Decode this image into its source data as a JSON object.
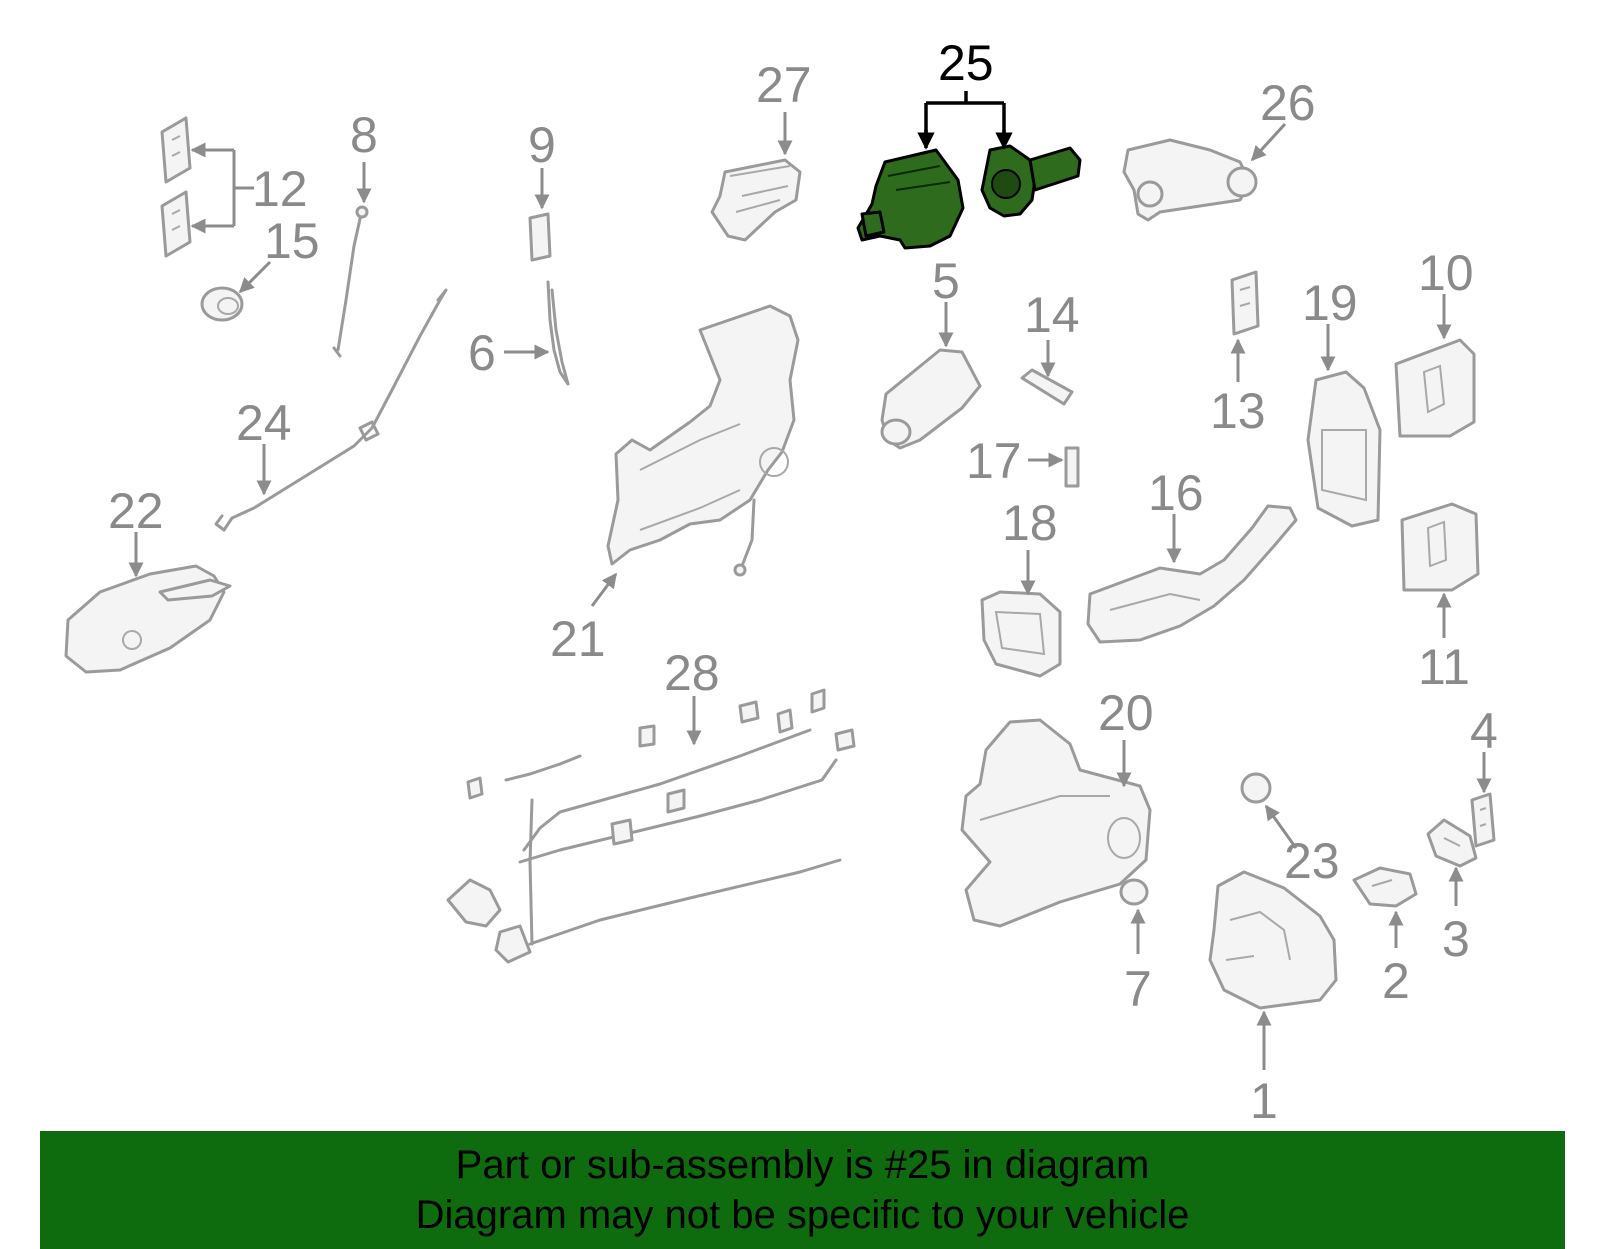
{
  "colors": {
    "highlight": "#2e6b1c",
    "banner": "#0e6b0e",
    "part_outline": "#9a9a9a",
    "label": "#8a8a8a"
  },
  "callouts": {
    "c1": "1",
    "c2": "2",
    "c3": "3",
    "c4": "4",
    "c5": "5",
    "c6": "6",
    "c7": "7",
    "c8": "8",
    "c9": "9",
    "c10": "10",
    "c11": "11",
    "c12": "12",
    "c13": "13",
    "c14": "14",
    "c15": "15",
    "c16": "16",
    "c17": "17",
    "c18": "18",
    "c19": "19",
    "c20": "20",
    "c21": "21",
    "c22": "22",
    "c23": "23",
    "c24": "24",
    "c25": "25",
    "c26": "26",
    "c27": "27",
    "c28": "28"
  },
  "highlighted_part": "25",
  "banner": {
    "line1": "Part or sub-assembly is #25 in diagram",
    "line2": "Diagram may not be specific to your vehicle"
  }
}
